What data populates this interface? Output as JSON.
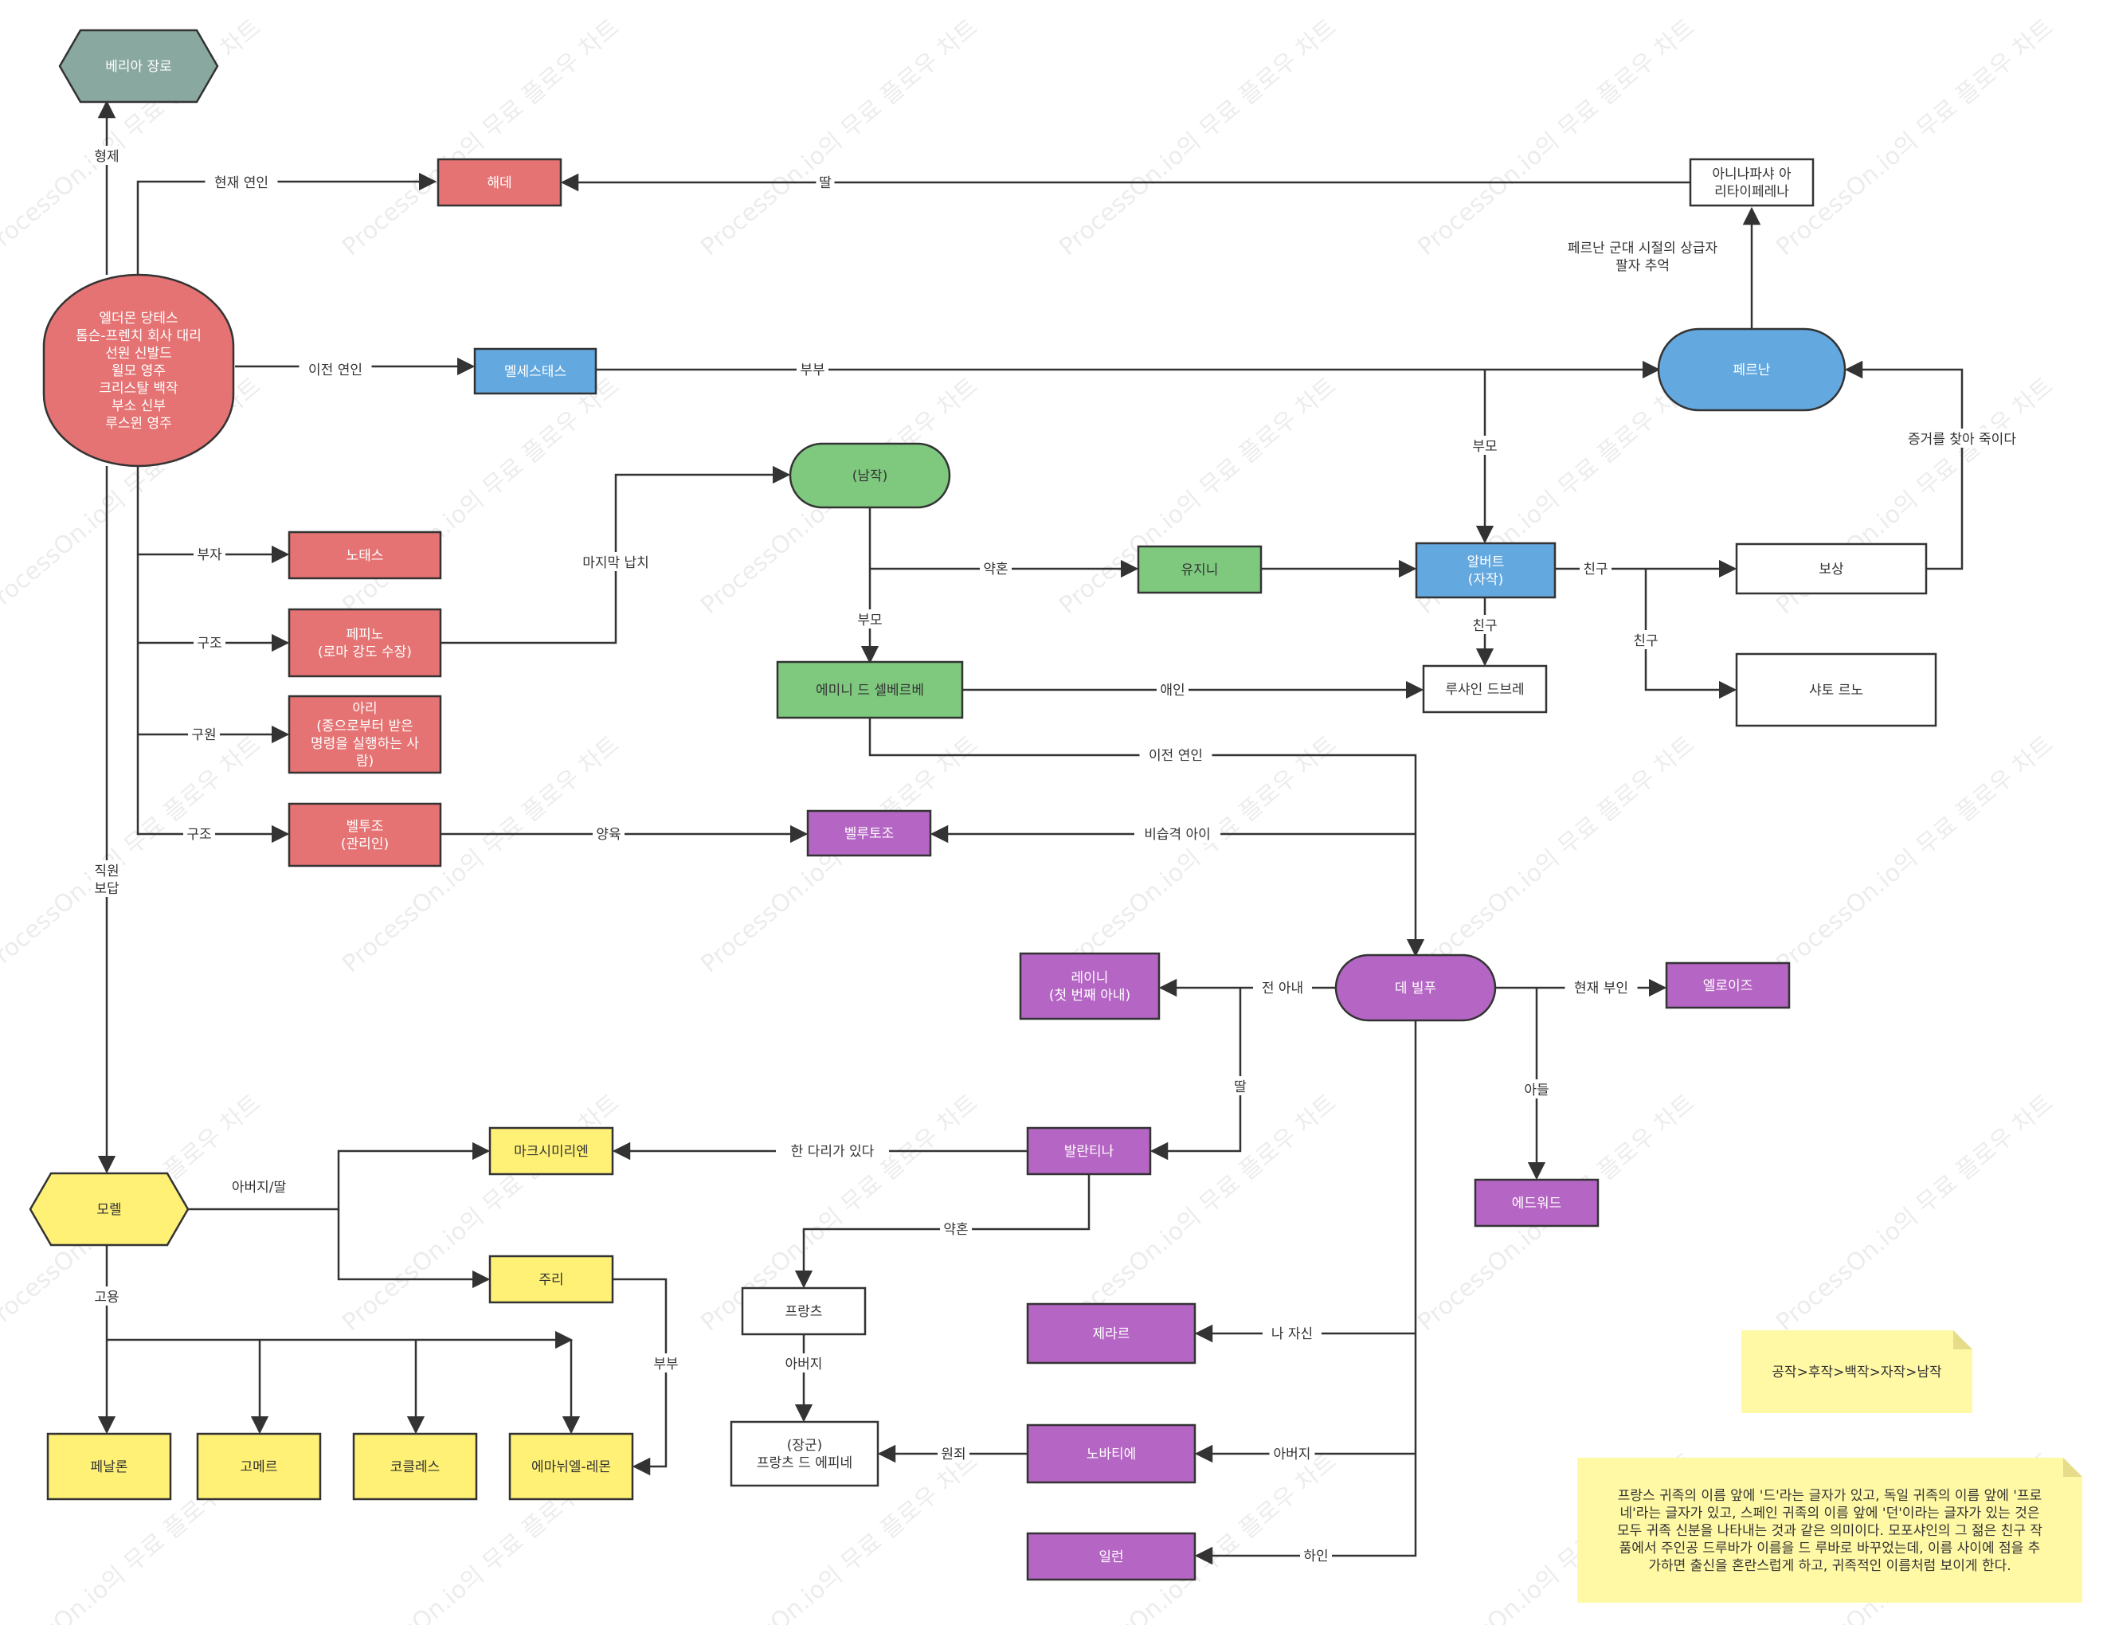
{
  "colors": {
    "red": "#e57373",
    "blue": "#64a8e0",
    "green": "#7fc97f",
    "purple": "#b565c4",
    "yellow": "#fff176",
    "gray": "#89a8a0",
    "white": "#ffffff",
    "note": "#fff9a6",
    "stroke": "#333333"
  },
  "watermark": "ProcessOn.io의 무료 플로우 차트",
  "nodes": {
    "beria": [
      "베리아 장로"
    ],
    "haide": [
      "해데"
    ],
    "aniana": [
      "아니나파샤 아",
      "리타이페레나"
    ],
    "edmond": [
      "엘더몬 당테스",
      "톰슨-프렌치 회사 대리",
      "선원 신발드",
      "윌모 영주",
      "크리스탈 백작",
      "부소 신부",
      "루스윈 영주"
    ],
    "mercedes": [
      "멜세스태스"
    ],
    "fernand": [
      "페르난"
    ],
    "danglars": [
      "(남작)"
    ],
    "nortier": [
      "노태스"
    ],
    "peppino": [
      "페피노",
      "(로마 강도 수장)"
    ],
    "ali": [
      "아리",
      "(종으로부터 받은",
      "명령을 실행하는 사",
      "람)"
    ],
    "bertuccio": [
      "벨투조",
      "(관리인)"
    ],
    "eugenie": [
      "유지니"
    ],
    "albert": [
      "알버트",
      "(자작)"
    ],
    "beauchamp": [
      "보상"
    ],
    "chateau": [
      "샤토 르노"
    ],
    "emilie": [
      "에미니 드 셀베르베"
    ],
    "lucien": [
      "루샤인 드브레"
    ],
    "benedetto": [
      "벨루토조"
    ],
    "renee": [
      "레이니",
      "(첫 번째 아내)"
    ],
    "villefort": [
      "데 빌푸"
    ],
    "heloise": [
      "엘로이즈"
    ],
    "edouard": [
      "에드워드"
    ],
    "valentine": [
      "발란티나"
    ],
    "maximilien": [
      "마크시미리엔"
    ],
    "morrel": [
      "모렐"
    ],
    "julie": [
      "주리"
    ],
    "franz": [
      "프랑츠"
    ],
    "general": [
      "(장군)",
      "프랑츠 드 에피네"
    ],
    "gerard": [
      "제라르"
    ],
    "noirtier": [
      "노바티에"
    ],
    "ilran": [
      "일런"
    ],
    "penalon": [
      "페날론"
    ],
    "gomer": [
      "고메르"
    ],
    "cocles": [
      "코클레스"
    ],
    "emmanuel": [
      "에마뉘엘-레몬"
    ]
  },
  "edge_labels": {
    "brother": "형제",
    "current_lover": "현재 연인",
    "daughter": "딸",
    "memory": [
      "페르난 군대 시절의 상급자",
      "팔자 추억"
    ],
    "ex_lover": "이전 연인",
    "spouse": "부부",
    "parent": "부모",
    "evidence": "증거를 찾아 죽이다",
    "last_kidnap": "마지막 납치",
    "father_son": "부자",
    "helper1": "구조",
    "engaged": "약혼",
    "parent2": "부모",
    "friend1": "친구",
    "friend2": "친구",
    "friend3": "친구",
    "rescuer": "구원",
    "lover": "애인",
    "ex_lover2": "이전 연인",
    "helper2": "구조",
    "adopt": "양육",
    "illegit": "비습격 아이",
    "employee": [
      "직원",
      "보답"
    ],
    "ex_wife": "전 아내",
    "current_wife": "현재 부인",
    "son": "아들",
    "daughter2": "딸",
    "one_leg": "한 다리가 있다",
    "father_daughter": "아버지/딸",
    "engaged2": "약혼",
    "employ": "고용",
    "spouse2": "부부",
    "father": "아버지",
    "self": "나 자신",
    "father2": "아버지",
    "enemy": "원죄",
    "servant": "하인"
  },
  "notes": {
    "ranks": "공작>후작>백작>자작>남작",
    "explanation": [
      "프랑스 귀족의 이름 앞에 '드'라는 글자가 있고, 독일 귀족의 이름 앞에 '프로",
      "네'라는 글자가 있고, 스페인 귀족의 이름 앞에 '던'이라는 글자가 있는 것은",
      "모두 귀족 신분을 나타내는 것과 같은 의미이다. 모포샤인의 그 젊은 친구 작",
      "품에서 주인공 드루바가 이름을 드 루바로 바꾸었는데, 이름 사이에 점을 추",
      "가하면 출신을 혼란스럽게 하고, 귀족적인 이름처럼 보이게 한다."
    ]
  }
}
